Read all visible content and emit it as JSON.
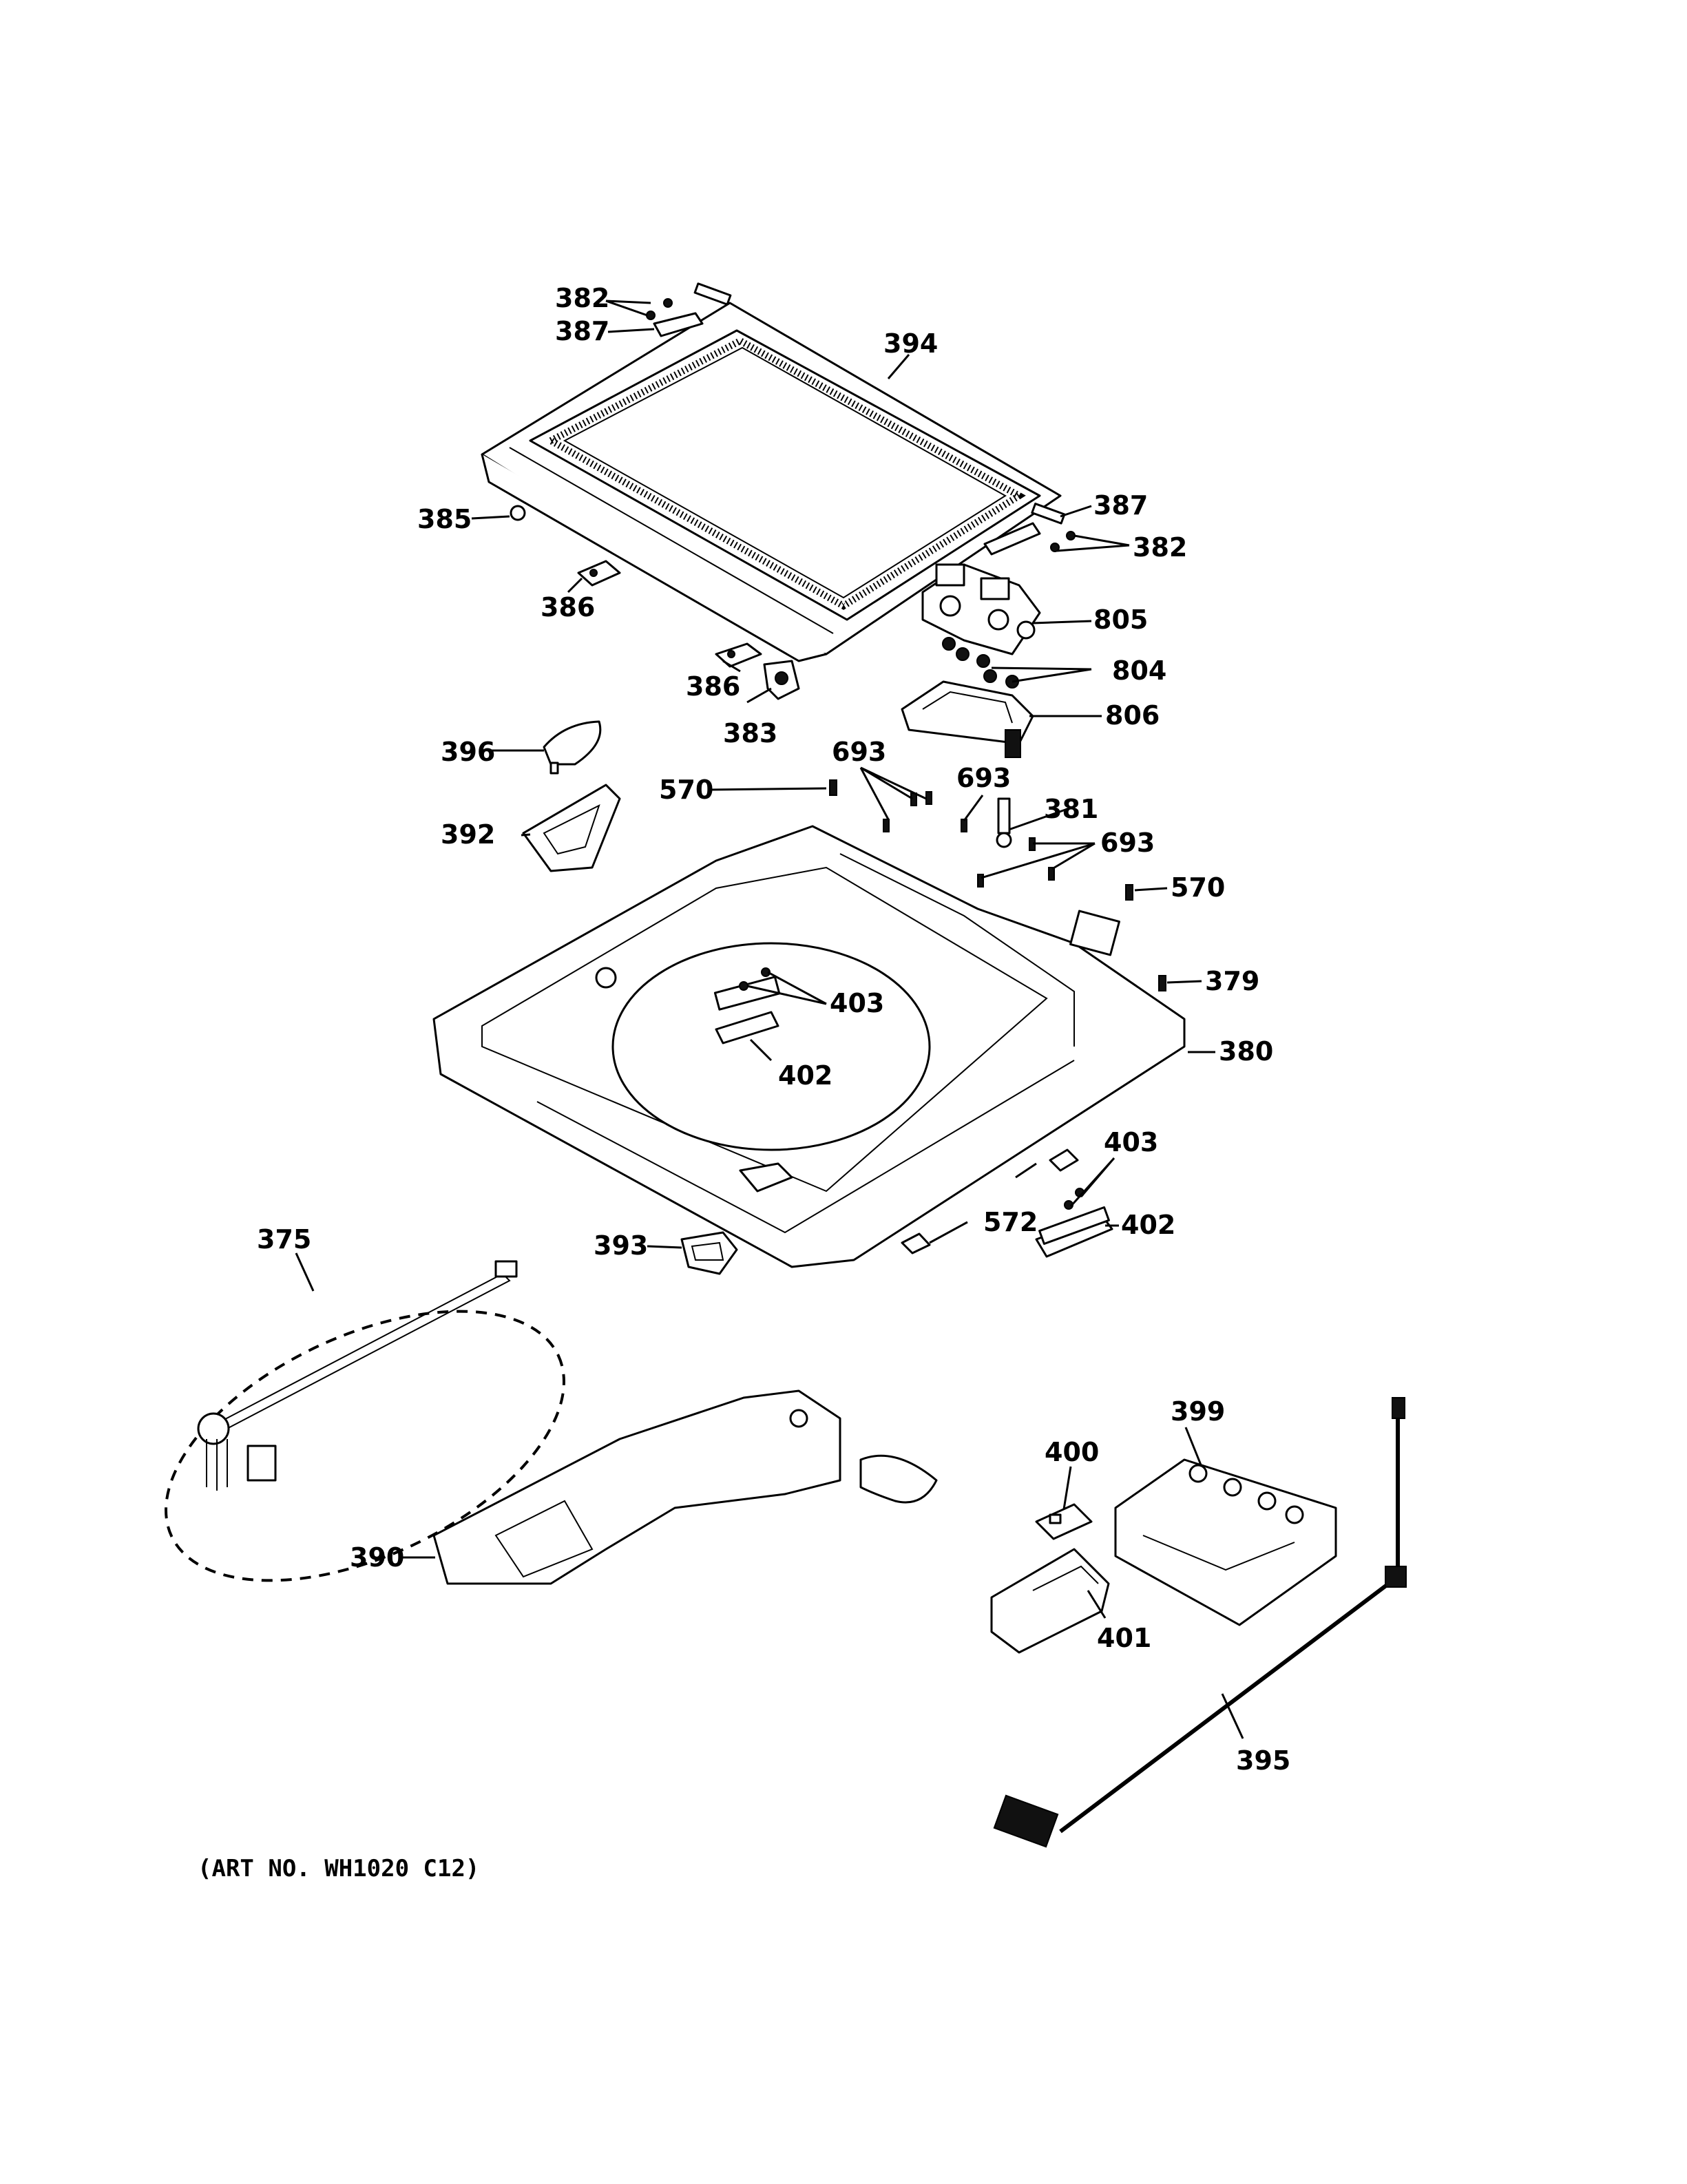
{
  "callouts": {
    "c382a": "382",
    "c387a": "387",
    "c394": "394",
    "c387b": "387",
    "c382b": "382",
    "c385": "385",
    "c386a": "386",
    "c805": "805",
    "c804": "804",
    "c386b": "386",
    "c383": "383",
    "c806": "806",
    "c396": "396",
    "c693a": "693",
    "c570a": "570",
    "c693b": "693",
    "c381": "381",
    "c392": "392",
    "c693c": "693",
    "c570b": "570",
    "c379": "379",
    "c403a": "403",
    "c402a": "402",
    "c380": "380",
    "c403b": "403",
    "c375": "375",
    "c393": "393",
    "c572": "572",
    "c402b": "402",
    "c399": "399",
    "c400": "400",
    "c390": "390",
    "c401": "401",
    "c395": "395"
  },
  "art_number": "(ART NO. WH1020 C12)"
}
